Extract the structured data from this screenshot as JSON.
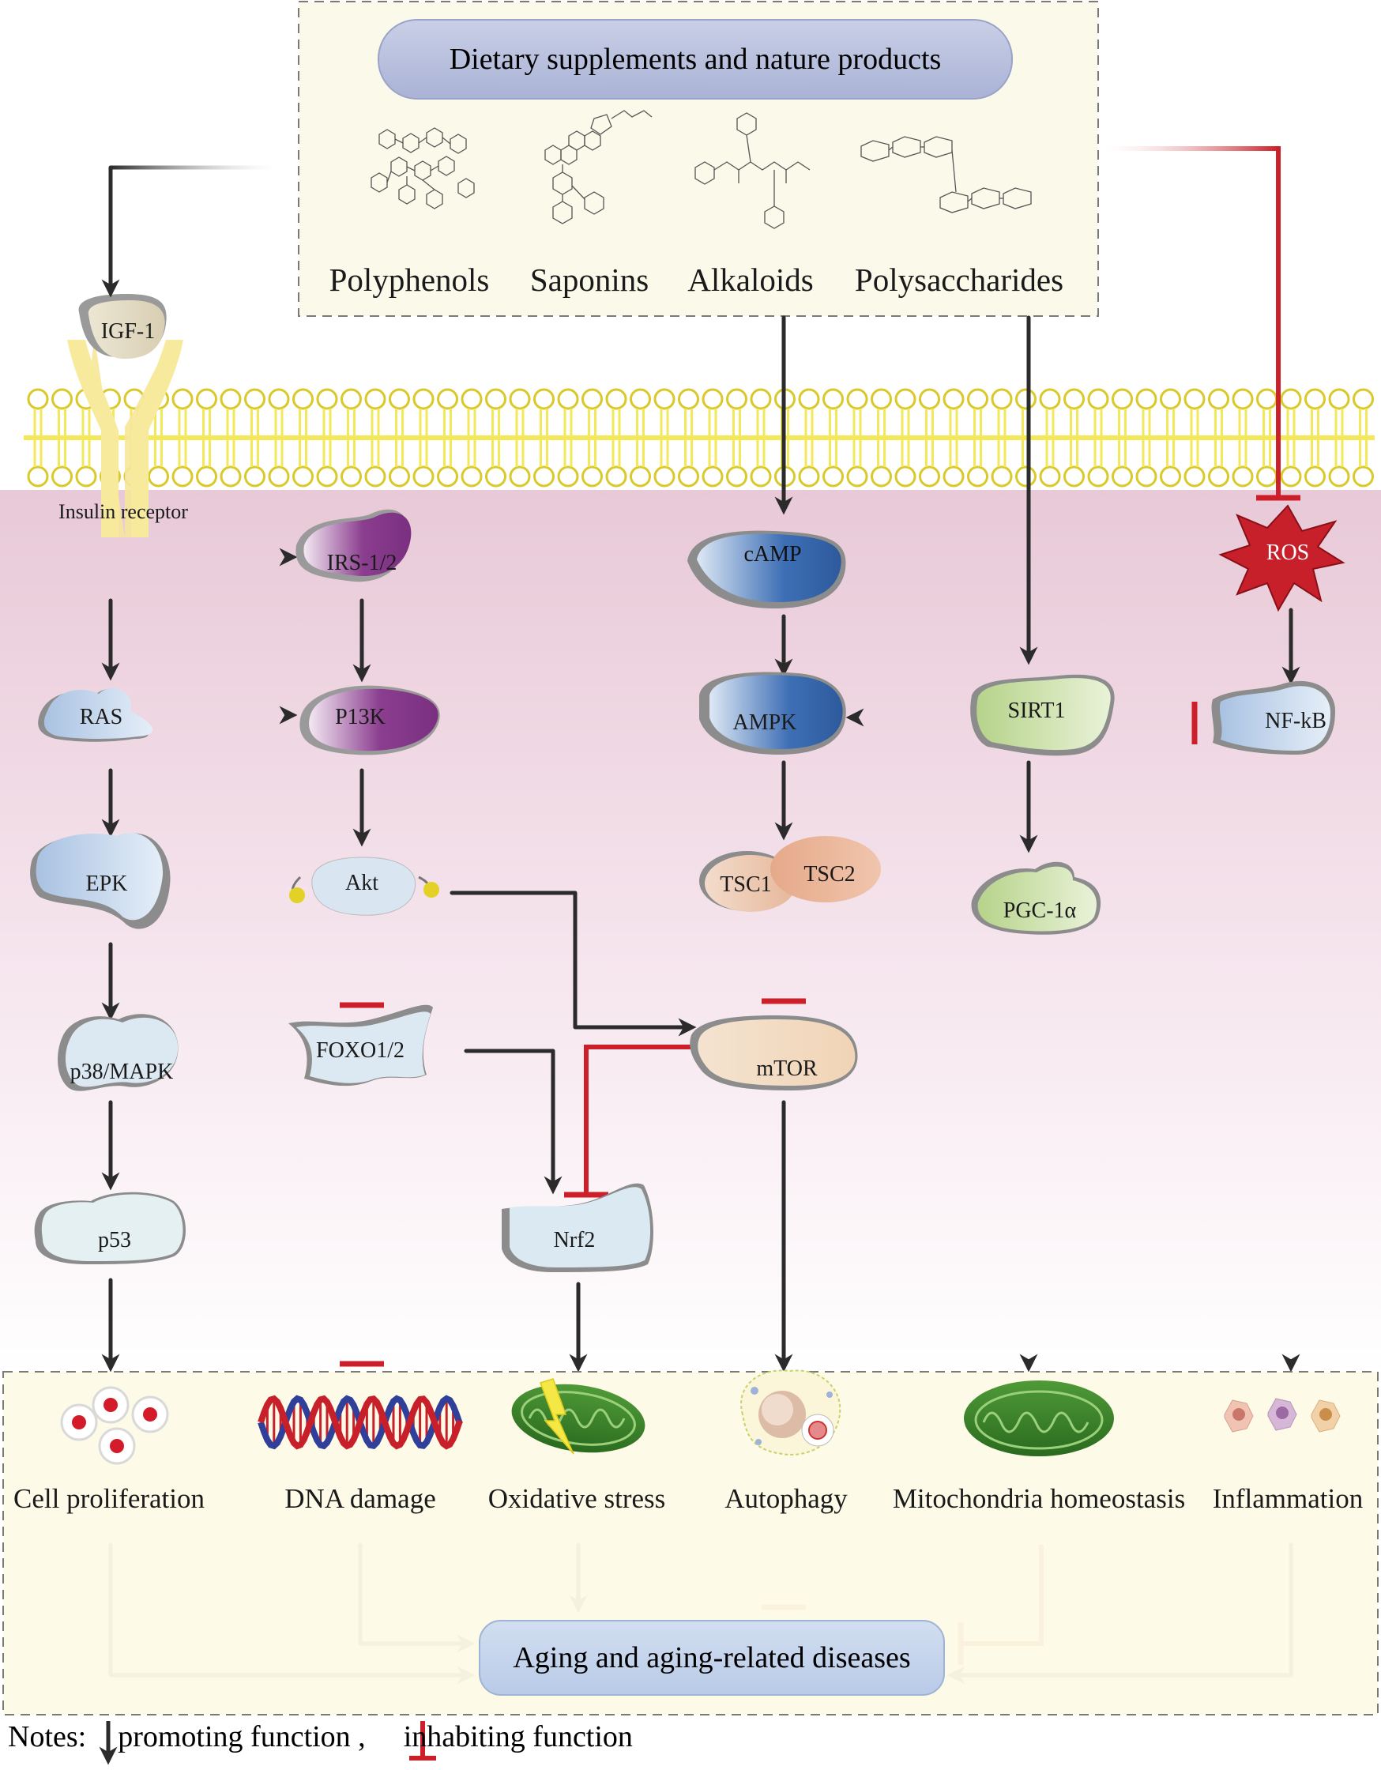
{
  "title": "Dietary supplements and nature products",
  "compound_classes": [
    "Polyphenols",
    "Saponins",
    "Alkaloids",
    "Polysaccharides"
  ],
  "receptor": {
    "ligand": "IGF-1",
    "name": "Insulin receptor"
  },
  "nodes": {
    "irs": "IRS-1/2",
    "ras": "RAS",
    "pi3k": "P13K",
    "epk": "EPK",
    "akt": "Akt",
    "p38": "p38/MAPK",
    "foxo": "FOXO1/2",
    "p53": "p53",
    "nrf2": "Nrf2",
    "camp": "cAMP",
    "ampk": "AMPK",
    "tsc1": "TSC1",
    "tsc2": "TSC2",
    "mtor": "mTOR",
    "sirt1": "SIRT1",
    "pgc": "PGC-1α",
    "ros": "ROS",
    "nfkb": "NF-kB"
  },
  "outcomes": [
    "Cell proliferation",
    "DNA damage",
    "Oxidative stress",
    "Autophagy",
    "Mitochondria homeostasis",
    "Inflammation"
  ],
  "result": "Aging and aging-related diseases",
  "notes": {
    "prefix": "Notes:",
    "promoting": "promoting function ,",
    "inhibiting": "inhabiting function"
  },
  "colors": {
    "promote": "#2b2b2b",
    "inhibit": "#cc1f2a",
    "membrane": "#f2e85a",
    "cytoplasm_top": "#ecd3df",
    "top_panel": "#fbfaea",
    "bottom_panel": "#fdfbe6",
    "purple_protein": "#8b3e8f",
    "blue_protein": "#3e6fb5",
    "green_protein": "#c9dfa3",
    "light_blue_protein": "#c3d6ea"
  }
}
